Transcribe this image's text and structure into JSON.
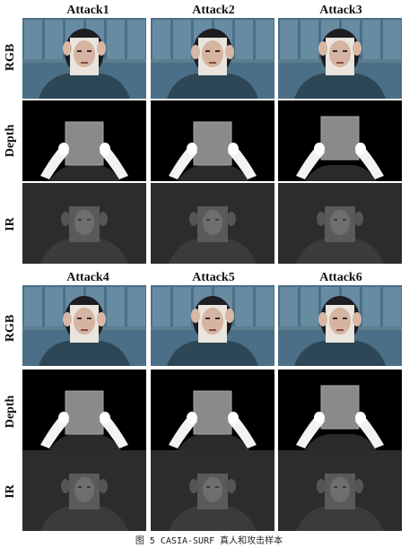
{
  "figure": {
    "attacks": [
      {
        "label": "Attack1"
      },
      {
        "label": "Attack2"
      },
      {
        "label": "Attack3"
      },
      {
        "label": "Attack4"
      },
      {
        "label": "Attack5"
      },
      {
        "label": "Attack6"
      }
    ],
    "modalities": [
      {
        "label": "RGB"
      },
      {
        "label": "Depth"
      },
      {
        "label": "IR"
      }
    ],
    "caption": "图 5 CASIA-SURF 真人和攻击样本",
    "colors": {
      "rgb_bg": "#4a6f86",
      "depth_bg": "#000000",
      "ir_bg": "#2c2c2c"
    }
  }
}
